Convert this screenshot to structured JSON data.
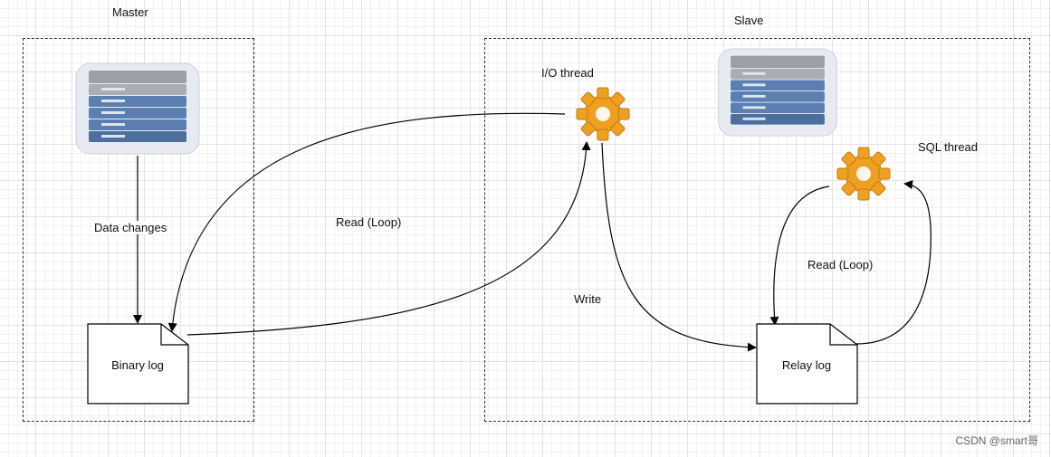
{
  "master": {
    "title": "Master",
    "log_label": "Binary log",
    "flow_label": "Data changes"
  },
  "slave": {
    "title": "Slave",
    "log_label": "Relay log"
  },
  "threads": {
    "io": "I/O thread",
    "sql": "SQL thread"
  },
  "edges": {
    "read_master": "Read (Loop)",
    "write_relay": "Write",
    "read_relay": "Read (Loop)"
  },
  "watermark": "CSDN @smart哥",
  "colors": {
    "server_blue": "#5a7fb0",
    "server_gray": "#9aa0a8",
    "gear_orange": "#f0a020",
    "line": "#000000"
  },
  "icons": {
    "server": "server-rack-icon",
    "gear": "gear-icon"
  }
}
